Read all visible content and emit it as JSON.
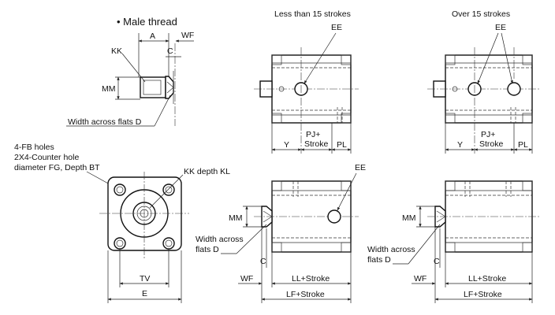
{
  "labels": {
    "male_thread": "• Male thread",
    "a": "A",
    "wf_top": "WF",
    "kk_top": "KK",
    "c_top": "C",
    "mm_top": "MM",
    "width_flats_top": "Width across flats D",
    "less_15": "Less than 15 strokes",
    "over_15": "Over 15 strokes",
    "ee_1": "EE",
    "ee_2": "EE",
    "ee_3": "EE",
    "y_1": "Y",
    "pj_1a": "PJ+",
    "pj_1b": "Stroke",
    "pl_1": "PL",
    "y_2": "Y",
    "pj_2a": "PJ+",
    "pj_2b": "Stroke",
    "pl_2": "PL",
    "fb_1": "4-FB holes",
    "fb_2": "2X4-Counter hole",
    "fb_3": "diameter FG, Depth BT",
    "kk_depth": "KK depth KL",
    "tv": "TV",
    "e": "E",
    "mm_bl": "MM",
    "wa_bl_1": "Width across",
    "wa_bl_2": "flats D",
    "c_bl": "C",
    "wf_bl": "WF",
    "ll_bl": "LL+Stroke",
    "lf_bl": "LF+Stroke",
    "mm_br": "MM",
    "wa_br_1": "Width across",
    "wa_br_2": "flats D",
    "c_br": "C",
    "wf_br": "WF",
    "ll_br": "LL+Stroke",
    "lf_br": "LF+Stroke"
  }
}
